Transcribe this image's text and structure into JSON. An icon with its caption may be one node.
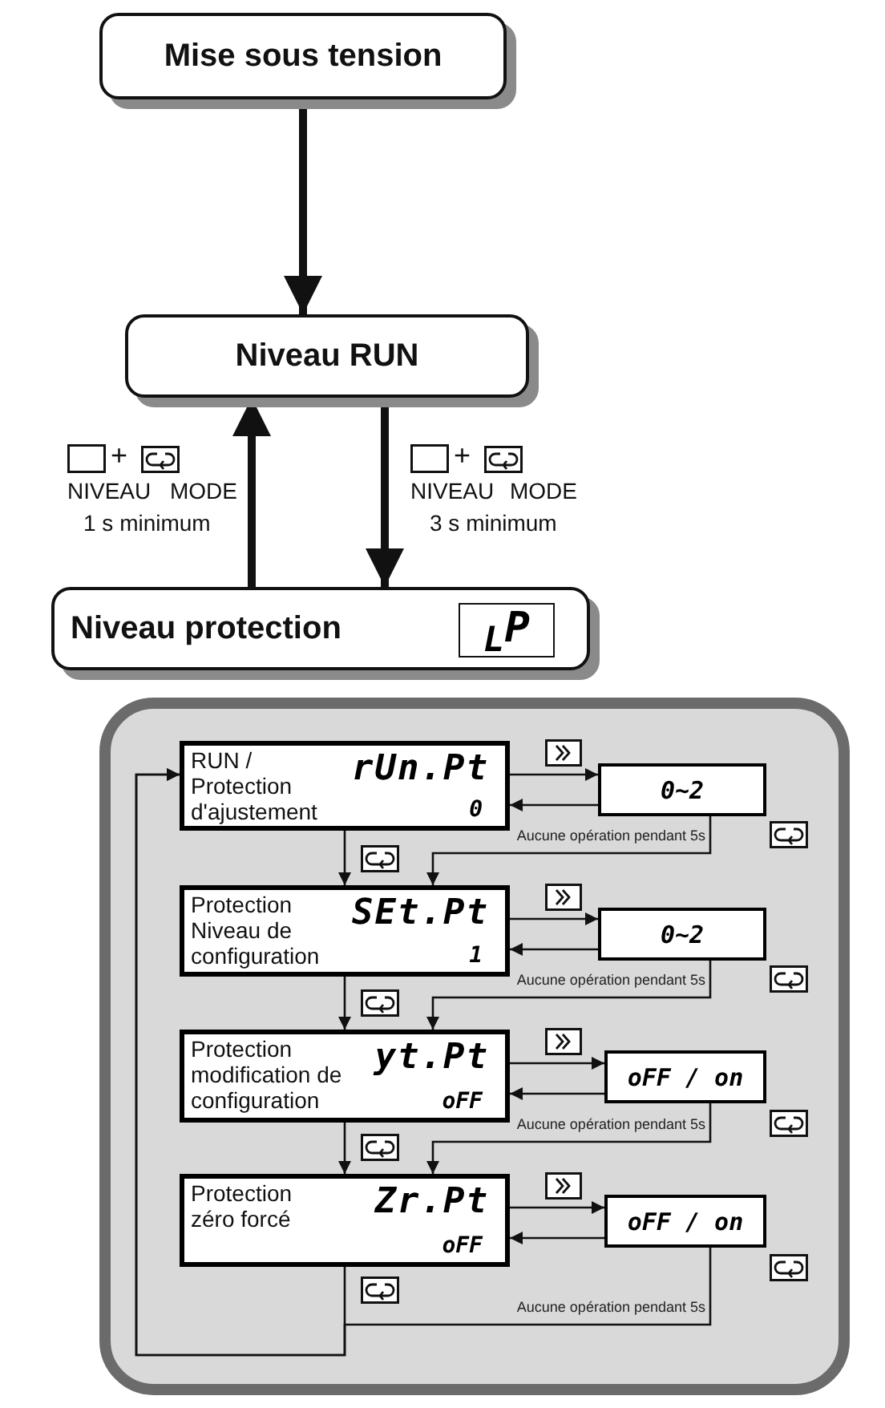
{
  "diagram": {
    "nodes": [
      {
        "text": [
          "Mise sous tension"
        ]
      },
      {
        "text": [
          "Niveau RUN"
        ]
      },
      {
        "text": [
          "Niveau protection",
          "$_{L}$P"
        ]
      },
      {
        "text": [],
        "shape": "box"
      },
      {
        "text": [
          "RUN / Protection d'ajustement",
          "rUn.Pt",
          "0"
        ],
        "in": 3
      },
      {
        "text": [
          "0~2"
        ],
        "in": 3
      },
      {
        "text": [
          "Protection Niveau de configuration",
          "SEt.Pt",
          "1"
        ],
        "in": 3
      },
      {
        "text": [
          "0~2"
        ],
        "in": 3
      },
      {
        "text": [
          "Protection modification de configuration",
          "yt.Pt",
          "oFF"
        ],
        "in": 3
      },
      {
        "text": [
          "oFF / on"
        ],
        "in": 3
      },
      {
        "text": [
          "Protection zéro forcé",
          "Zr.Pt",
          "oFF"
        ],
        "in": 3
      },
      {
        "text": [
          "oFF / on"
        ],
        "in": 3
      }
    ],
    "edges": [
      {
        "from": 0,
        "to": 1,
        "arrow": "to",
        "style": "thick"
      },
      {
        "from": 2,
        "to": 1,
        "arrow": "to",
        "style": "thick"
      },
      {
        "from": 1,
        "to": 2,
        "arrow": "to",
        "style": "thick"
      },
      {
        "from": 4,
        "to": 5,
        "arrow": "to"
      },
      {
        "from": 5,
        "to": 4,
        "arrow": "to"
      },
      {
        "from": 4,
        "to": 6,
        "arrow": "to"
      },
      {
        "from": 5,
        "to": 6,
        "arrow": "to",
        "label": "Aucune opération pendant 5s"
      },
      {
        "from": 6,
        "to": 7,
        "arrow": "to"
      },
      {
        "from": 7,
        "to": 6,
        "arrow": "to"
      },
      {
        "from": 6,
        "to": 8,
        "arrow": "to"
      },
      {
        "from": 7,
        "to": 8,
        "arrow": "to",
        "label": "Aucune opération pendant 5s"
      },
      {
        "from": 8,
        "to": 9,
        "arrow": "to"
      },
      {
        "from": 9,
        "to": 8,
        "arrow": "to"
      },
      {
        "from": 8,
        "to": 10,
        "arrow": "to"
      },
      {
        "from": 9,
        "to": 10,
        "arrow": "to",
        "label": "Aucune opération pendant 5s"
      },
      {
        "from": 10,
        "to": 11,
        "arrow": "to"
      },
      {
        "from": 11,
        "to": 10,
        "arrow": "to"
      },
      {
        "from": 10,
        "to": 4,
        "arrow": "to"
      },
      {
        "from": 11,
        "to": 4,
        "arrow": "to",
        "label": "Aucune opération pendant 5s"
      }
    ],
    "labels": [
      "+",
      "NIVEAU",
      "MODE",
      "1 s minimum",
      "+",
      "NIVEAU",
      "MODE",
      "3 s minimum"
    ]
  }
}
